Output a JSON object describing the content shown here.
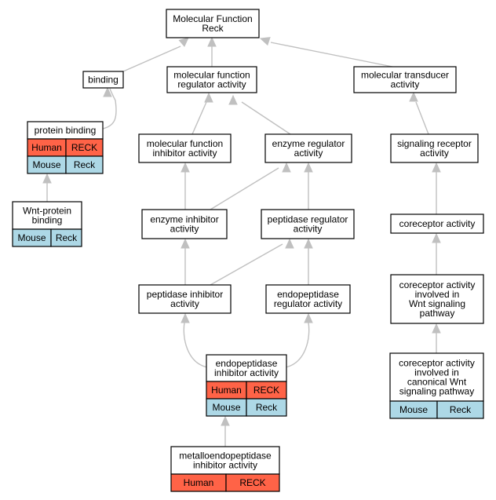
{
  "colors": {
    "human": "#ff6347",
    "mouse": "#add8e6",
    "edge": "#c0c0c0",
    "border": "#000000"
  },
  "nodes": [
    {
      "id": "mf",
      "lines": [
        "Molecular Function",
        "Reck"
      ],
      "rows": []
    },
    {
      "id": "binding",
      "lines": [
        "binding"
      ],
      "rows": []
    },
    {
      "id": "mfra",
      "lines": [
        "molecular function",
        "regulator activity"
      ],
      "rows": []
    },
    {
      "id": "mta",
      "lines": [
        "molecular transducer",
        "activity"
      ],
      "rows": []
    },
    {
      "id": "pb",
      "lines": [
        "protein binding"
      ],
      "rows": [
        [
          "Human",
          "RECK"
        ],
        [
          "Mouse",
          "Reck"
        ]
      ]
    },
    {
      "id": "mfia",
      "lines": [
        "molecular function",
        "inhibitor activity"
      ],
      "rows": []
    },
    {
      "id": "era",
      "lines": [
        "enzyme regulator",
        "activity"
      ],
      "rows": []
    },
    {
      "id": "sra",
      "lines": [
        "signaling receptor",
        "activity"
      ],
      "rows": []
    },
    {
      "id": "wpb",
      "lines": [
        "Wnt-protein",
        "binding"
      ],
      "rows": [
        [
          "Mouse",
          "Reck"
        ]
      ]
    },
    {
      "id": "eia",
      "lines": [
        "enzyme inhibitor",
        "activity"
      ],
      "rows": []
    },
    {
      "id": "pra",
      "lines": [
        "peptidase regulator",
        "activity"
      ],
      "rows": []
    },
    {
      "id": "ca",
      "lines": [
        "coreceptor activity"
      ],
      "rows": []
    },
    {
      "id": "pia",
      "lines": [
        "peptidase inhibitor",
        "activity"
      ],
      "rows": []
    },
    {
      "id": "epra",
      "lines": [
        "endopeptidase",
        "regulator activity"
      ],
      "rows": []
    },
    {
      "id": "caiw",
      "lines": [
        "coreceptor activity",
        "involved in",
        "Wnt signaling",
        "pathway"
      ],
      "rows": []
    },
    {
      "id": "epia",
      "lines": [
        "endopeptidase",
        "inhibitor activity"
      ],
      "rows": [
        [
          "Human",
          "RECK"
        ],
        [
          "Mouse",
          "Reck"
        ]
      ]
    },
    {
      "id": "caicw",
      "lines": [
        "coreceptor activity",
        "involved in",
        "canonical Wnt",
        "signaling pathway"
      ],
      "rows": [
        [
          "Mouse",
          "Reck"
        ]
      ]
    },
    {
      "id": "mepia",
      "lines": [
        "metalloendopeptidase",
        "inhibitor activity"
      ],
      "rows": [
        [
          "Human",
          "RECK"
        ]
      ]
    }
  ]
}
